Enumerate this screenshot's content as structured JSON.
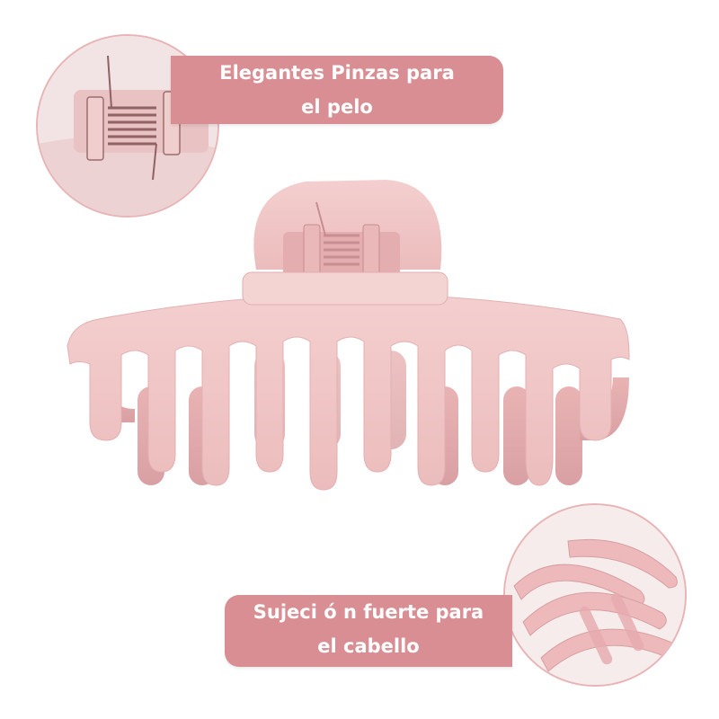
{
  "banners": {
    "top": {
      "line1": "Elegantes Pinzas para",
      "line2": "el pelo"
    },
    "bottom": {
      "line1": "Sujeci ó n fuerte para",
      "line2": "el cabello"
    }
  },
  "colors": {
    "banner": "#d98e93",
    "clip": "#f0c4c4",
    "clip_shadow": "#d9a2a4",
    "circle_bg": "#f2e6e6",
    "background": "#ffffff"
  },
  "images": {
    "main": "pink-hair-claw-clip",
    "detail_top": "spring-hinge-closeup",
    "detail_bottom": "teeth-closeup"
  }
}
